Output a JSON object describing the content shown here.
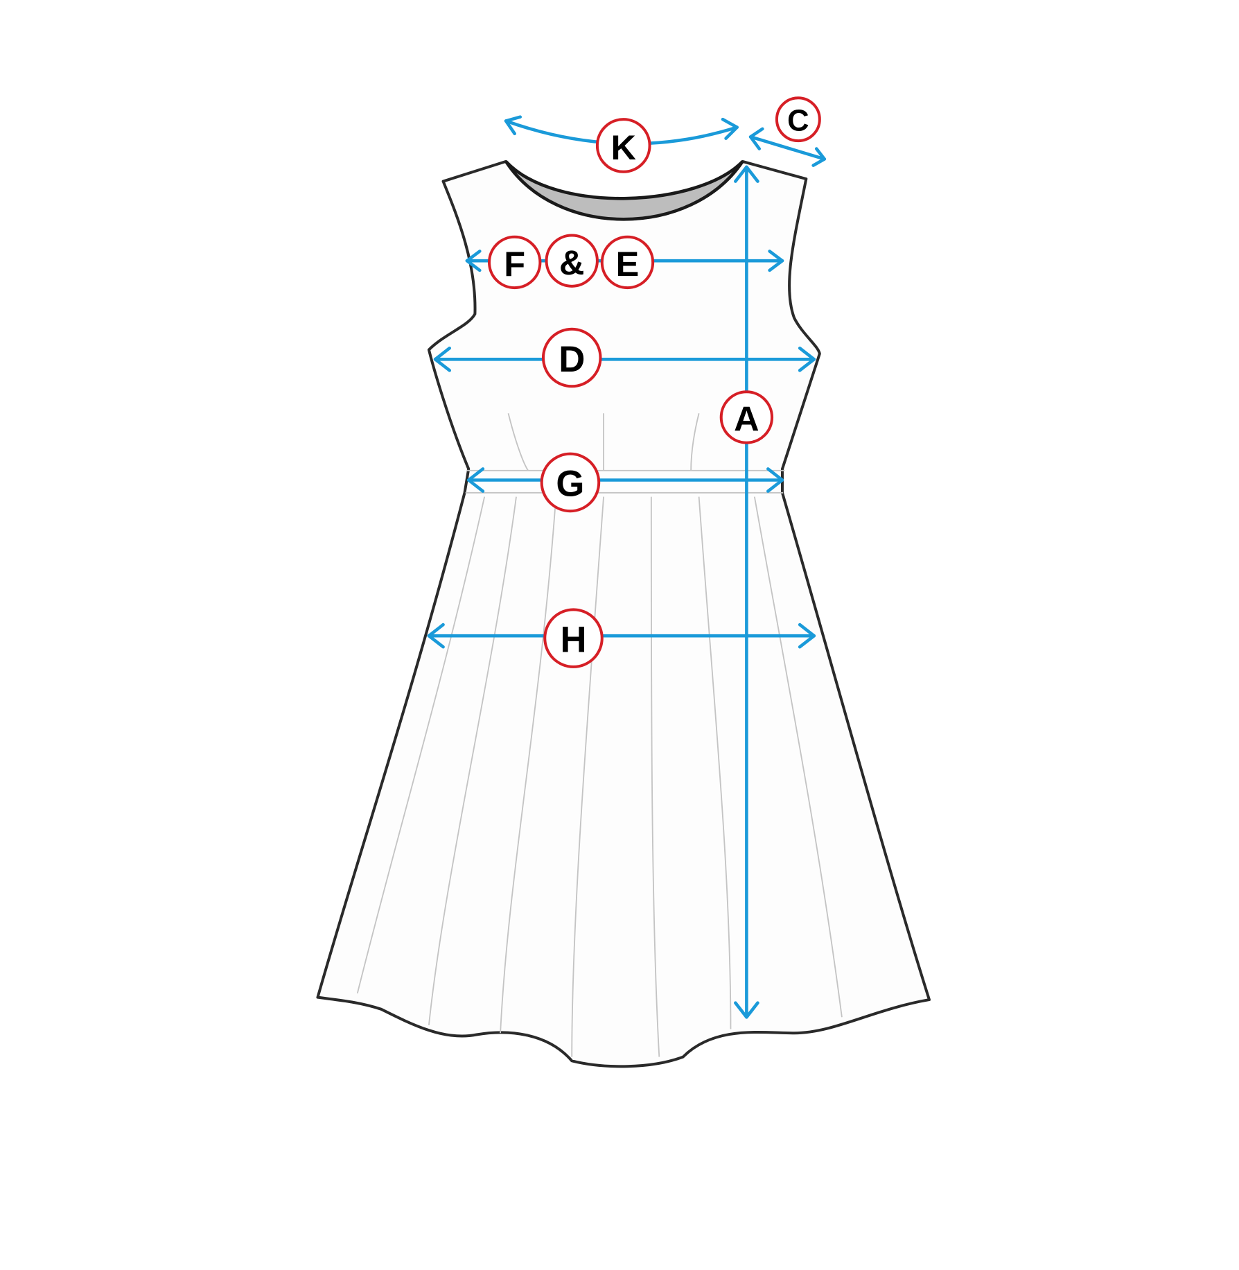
{
  "diagram": {
    "subject": "dress",
    "colors": {
      "arrow": "#1a9ad9",
      "badge_ring": "#d61f26",
      "outline": "#2a2a2a"
    },
    "labels": {
      "K": "K",
      "C": "C",
      "F": "F",
      "amp": "&",
      "E": "E",
      "D": "D",
      "A": "A",
      "G": "G",
      "H": "H"
    }
  }
}
